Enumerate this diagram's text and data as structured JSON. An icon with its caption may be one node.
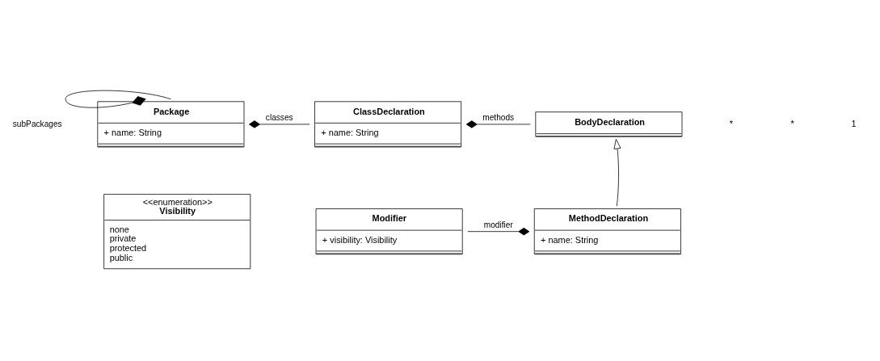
{
  "diagram": {
    "nodes": [
      {
        "text": [
          "Package",
          "+ name: String"
        ]
      },
      {
        "text": [
          "ClassDeclaration",
          "+ name: String"
        ]
      },
      {
        "text": [
          "BodyDeclaration"
        ]
      },
      {
        "text": [
          "<<enumeration>>",
          "Visibility",
          "none",
          "private",
          "protected",
          "public"
        ]
      },
      {
        "text": [
          "Modifier",
          "+ visibility: Visibility"
        ]
      },
      {
        "text": [
          "MethodDeclaration",
          "+ name: String"
        ]
      }
    ],
    "edges": [
      {
        "from": 0,
        "to": 0,
        "arrow": "other",
        "label": "subPackages"
      },
      {
        "from": 0,
        "to": 1,
        "arrow": "other",
        "label": "classes"
      },
      {
        "from": 1,
        "to": 2,
        "arrow": "other",
        "label": "methods"
      },
      {
        "from": 5,
        "to": 2,
        "arrow": "to"
      },
      {
        "from": 5,
        "to": 4,
        "arrow": "other",
        "label": "modifier"
      }
    ],
    "labels": [
      "*",
      "*",
      "1"
    ]
  }
}
